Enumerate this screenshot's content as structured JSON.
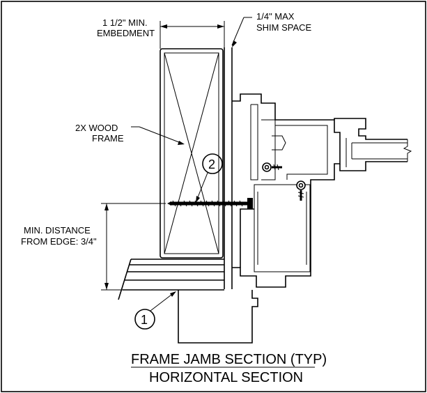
{
  "labels": {
    "embedment_line1": "1 1/2\" MIN.",
    "embedment_line2": "EMBEDMENT",
    "shim_line1": "1/4\" MAX",
    "shim_line2": "SHIM SPACE",
    "wood_line1": "2X WOOD",
    "wood_line2": "FRAME",
    "distance_line1": "MIN. DISTANCE",
    "distance_line2": "FROM EDGE: 3/4\""
  },
  "callouts": {
    "one": "1",
    "two": "2"
  },
  "title": {
    "line1": "FRAME JAMB SECTION (TYP)",
    "line2": "HORIZONTAL SECTION"
  }
}
